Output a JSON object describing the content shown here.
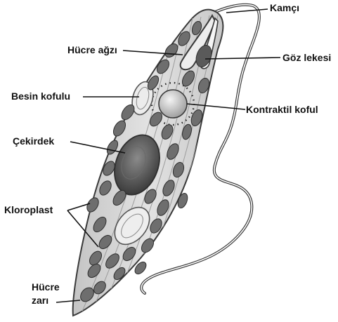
{
  "labels": {
    "flagellum": "Kamçı",
    "cell_mouth": "Hücre ağzı",
    "eyespot": "Göz lekesi",
    "food_vacuole": "Besin kofulu",
    "contractile_vacuole": "Kontraktil koful",
    "nucleus": "Çekirdek",
    "chloroplast": "Kloroplast",
    "cell_membrane_line1": "Hücre",
    "cell_membrane_line2": "zarı"
  },
  "colors": {
    "cell_fill": "#d8d8d8",
    "cell_outline": "#3a3a3a",
    "chloroplast": "#6e6e6e",
    "nucleus": "#555555",
    "label_text": "#111111",
    "pointer": "#111111"
  }
}
